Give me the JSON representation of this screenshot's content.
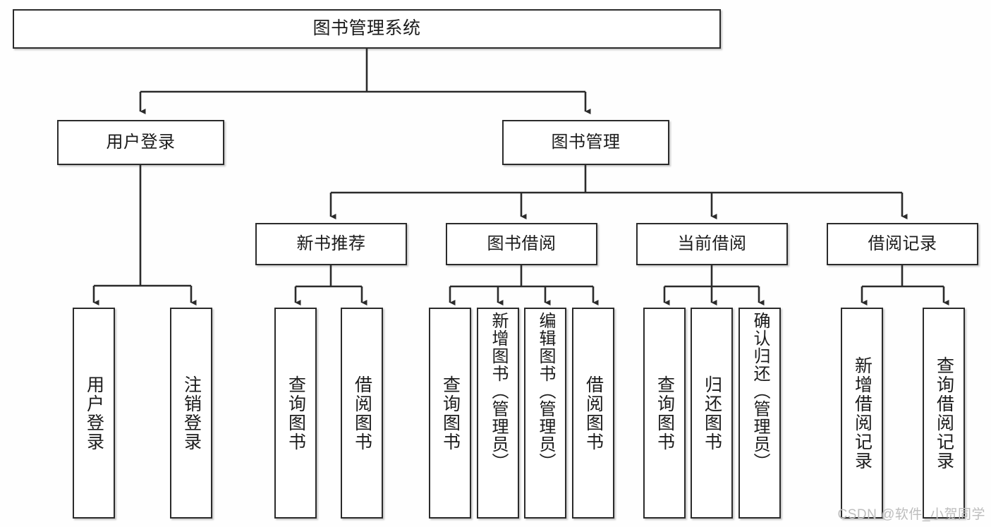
{
  "diagram": {
    "title": "图书管理系统",
    "watermark": "CSDN @软件_小贺同学",
    "type": "tree-hierarchy-functional-structure",
    "colors": {
      "box_border": "#2b2b2b",
      "box_fill": "#ffffff",
      "connector": "#2b2b2b",
      "watermark": "#bdbdbd",
      "background": "#fefefe"
    },
    "root": {
      "label": "图书管理系统"
    },
    "level2": [
      {
        "label": "用户登录"
      },
      {
        "label": "图书管理"
      }
    ],
    "level3": [
      {
        "label": "新书推荐"
      },
      {
        "label": "图书借阅"
      },
      {
        "label": "当前借阅"
      },
      {
        "label": "借阅记录"
      }
    ],
    "leaves": {
      "user_login": [
        {
          "label": "用户登录"
        },
        {
          "label": "注销登录"
        }
      ],
      "new_book_recommend": [
        {
          "label": "查询图书"
        },
        {
          "label": "借阅图书"
        }
      ],
      "book_borrow": [
        {
          "label": "查询图书"
        },
        {
          "label": "新增图书（管理员）"
        },
        {
          "label": "编辑图书（管理员）"
        },
        {
          "label": "借阅图书"
        }
      ],
      "current_borrow": [
        {
          "label": "查询图书"
        },
        {
          "label": "归还图书"
        },
        {
          "label": "确认归还（管理员）"
        }
      ],
      "borrow_record": [
        {
          "label": "新增借阅记录"
        },
        {
          "label": "查询借阅记录"
        }
      ]
    }
  }
}
